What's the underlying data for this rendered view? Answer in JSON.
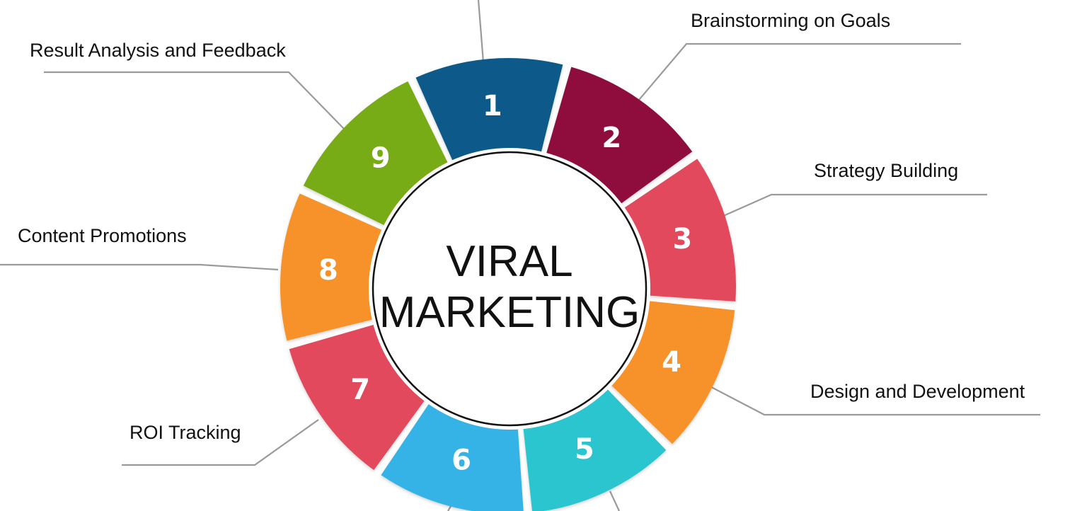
{
  "center": {
    "line1": "VIRAL",
    "line2": "MARKETING"
  },
  "segments": [
    {
      "number": "1",
      "label": "",
      "color": "#0b5a8a"
    },
    {
      "number": "2",
      "label": "Brainstorming on Goals",
      "color": "#8e0f3d"
    },
    {
      "number": "3",
      "label": "Strategy Building",
      "color": "#e3485c"
    },
    {
      "number": "4",
      "label": "Design and Development",
      "color": "#f7922a"
    },
    {
      "number": "5",
      "label": "",
      "color": "#2bc5cf"
    },
    {
      "number": "6",
      "label": "",
      "color": "#35b3e6"
    },
    {
      "number": "7",
      "label": "ROI Tracking",
      "color": "#e3485c"
    },
    {
      "number": "8",
      "label": "Content Promotions",
      "color": "#f7922a"
    },
    {
      "number": "9",
      "label": "Result Analysis and Feedback",
      "color": "#78ac16"
    }
  ],
  "colors": {
    "leader_line": "#9a9a9a",
    "text": "#111111",
    "background": "#ffffff"
  }
}
